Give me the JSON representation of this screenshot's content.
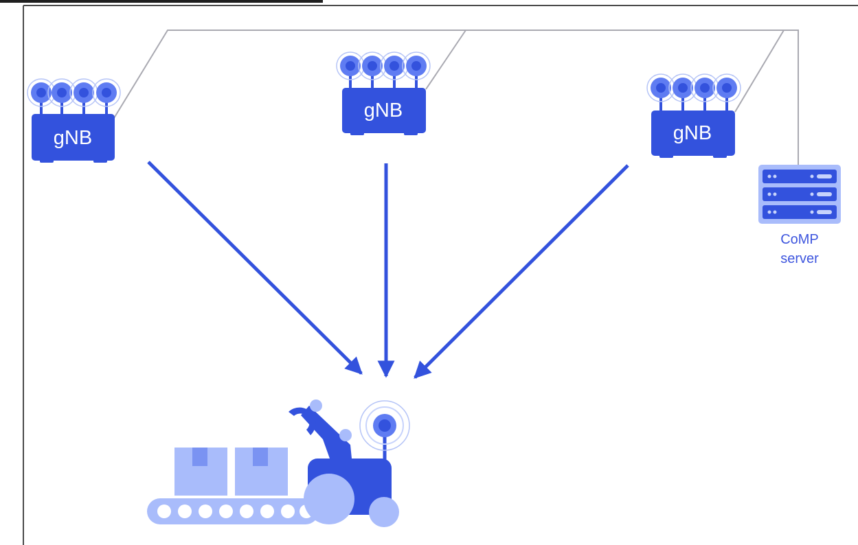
{
  "nodes": {
    "gnb_left": {
      "label": "gNB"
    },
    "gnb_center": {
      "label": "gNB"
    },
    "gnb_right": {
      "label": "gNB"
    },
    "comp_server": {
      "label_line1": "CoMP",
      "label_line2": "server"
    }
  },
  "colors": {
    "primary": "#3352dd",
    "primary_mid": "#5f7cf2",
    "light": "#a9bcfb",
    "pale": "#c7d3fc",
    "ring": "#b5c4f7",
    "line": "#a9a9b1",
    "border": "#4a4a4a"
  }
}
